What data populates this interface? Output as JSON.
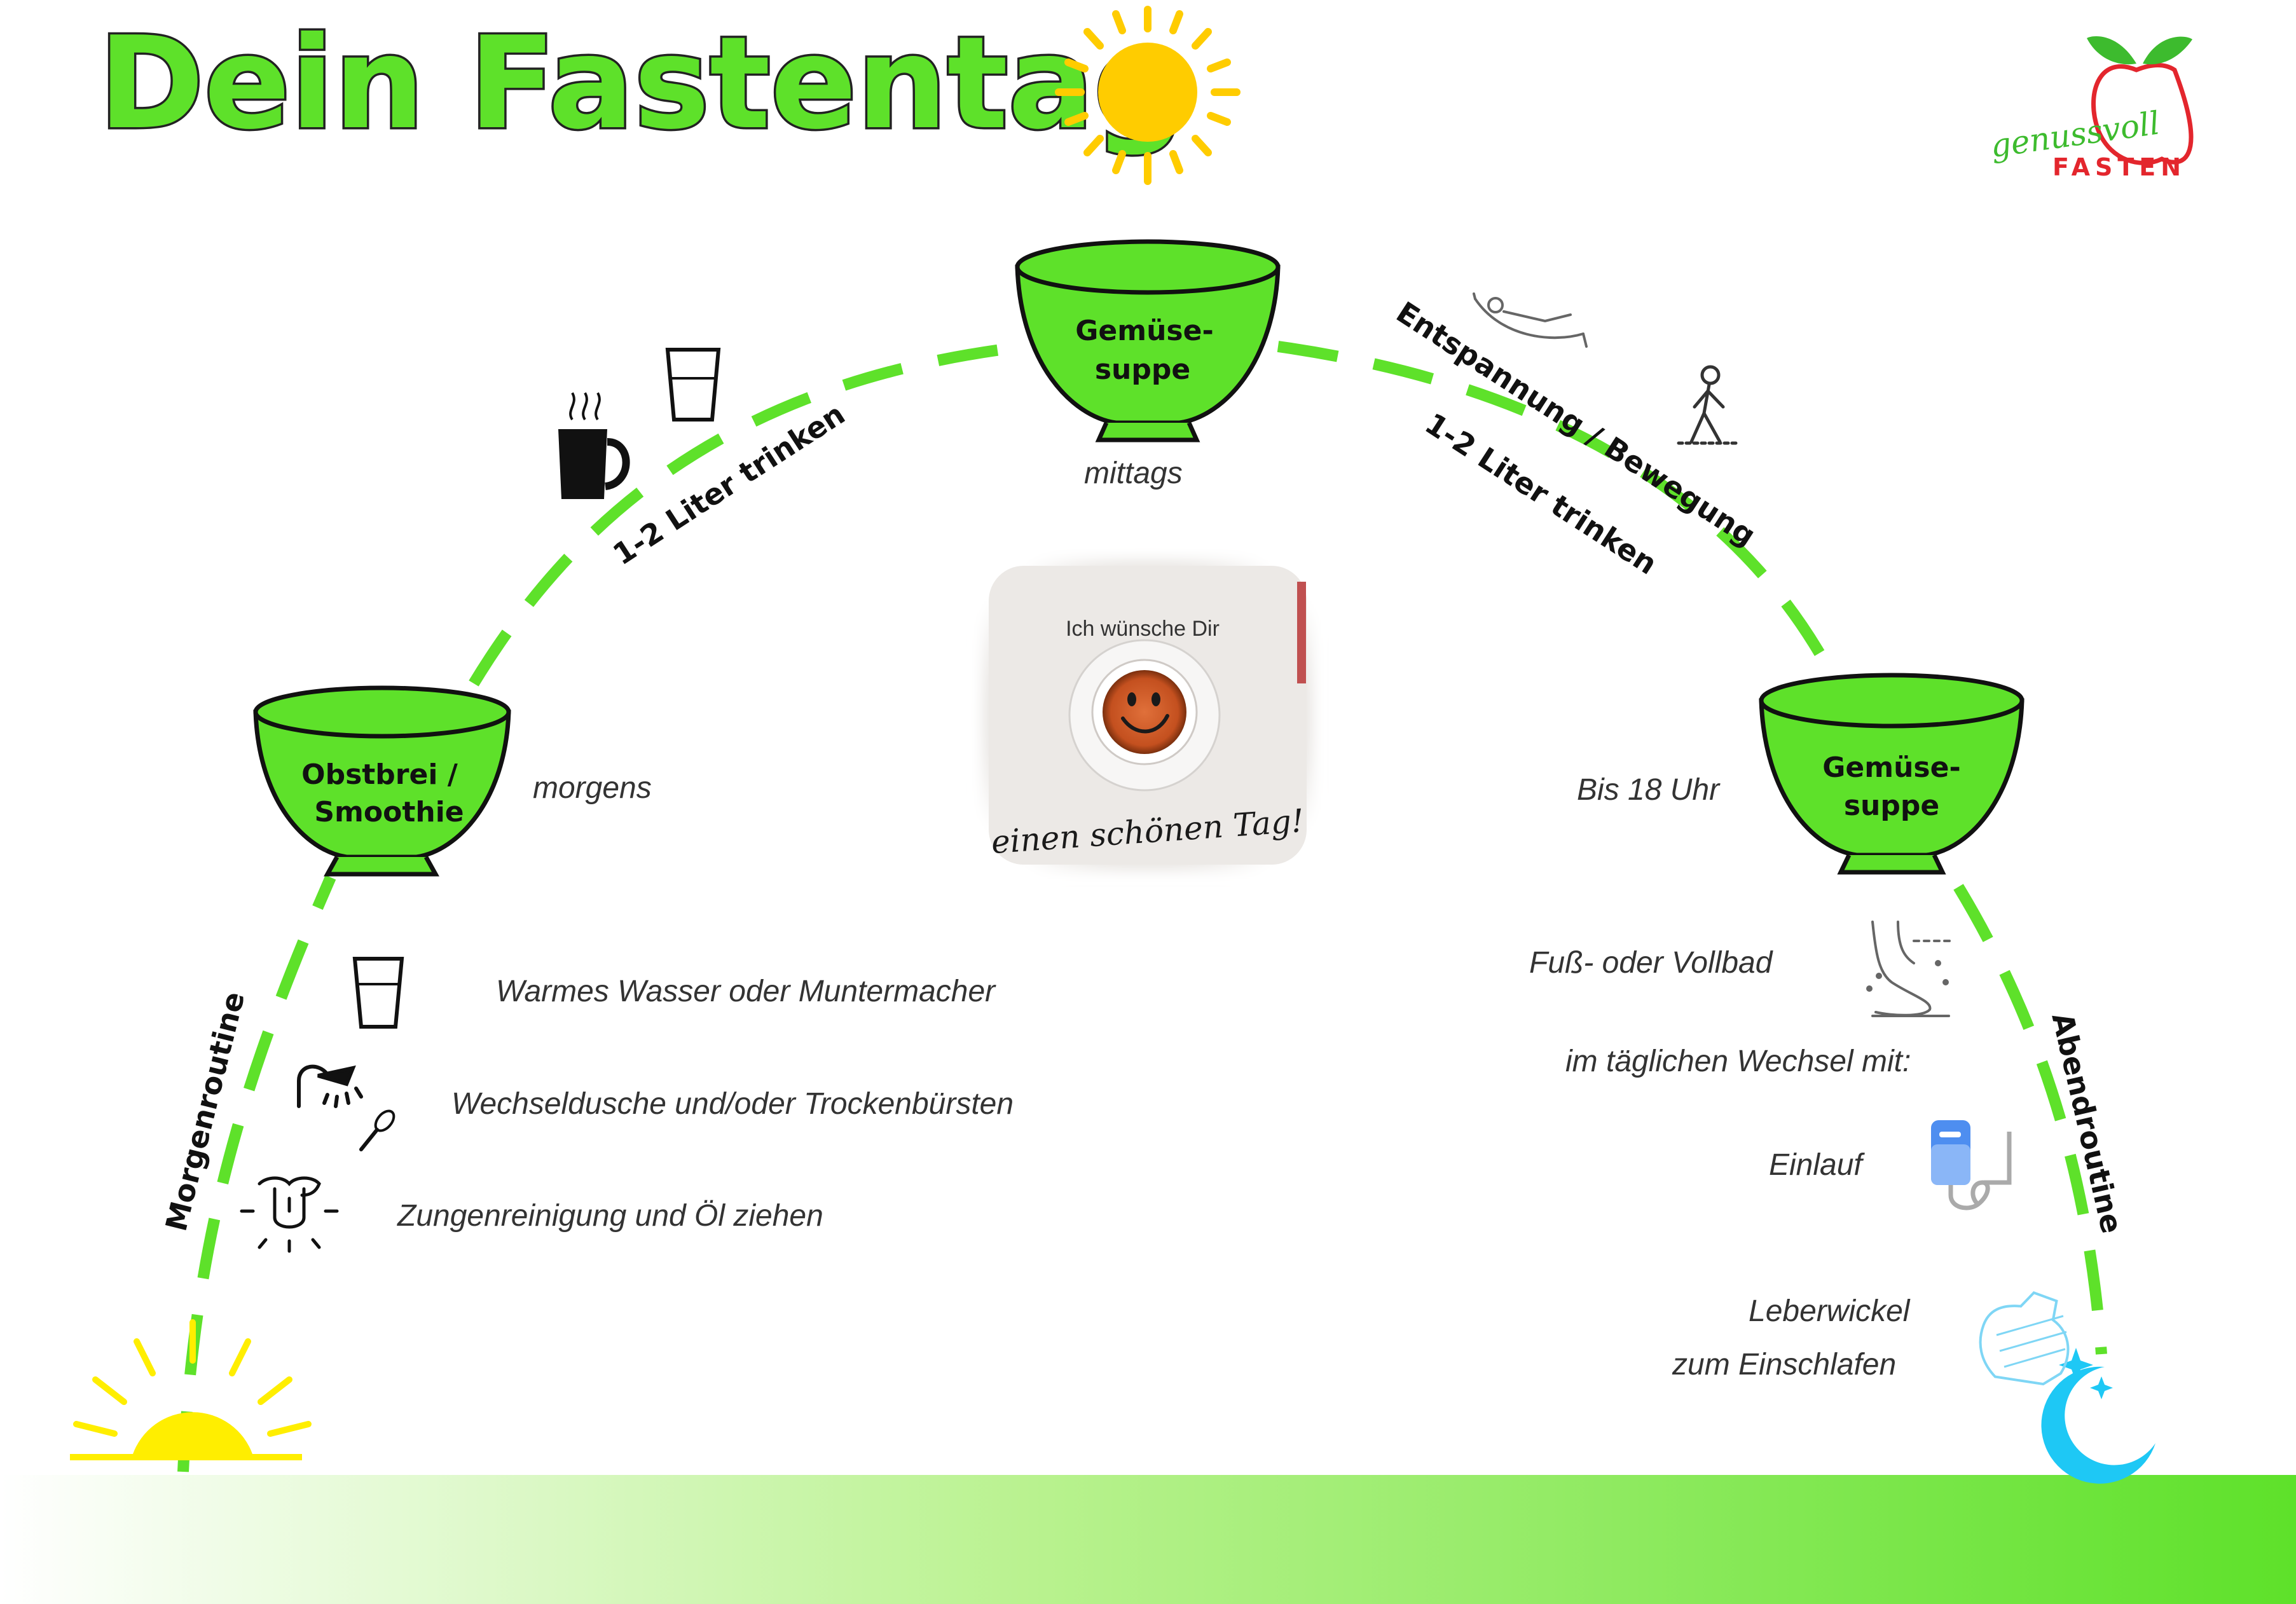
{
  "title": "Dein Fastentag",
  "logo": {
    "script": "genussvoll",
    "word": "FASTEN"
  },
  "colors": {
    "accent": "#5ee12a",
    "dash": "#5ee12a",
    "sun": "#ffcc00",
    "sunrise": "#ffee00",
    "moon": "#1ec8f5",
    "logo_red": "#e3262d"
  },
  "bowls": {
    "morning": [
      "Obstbrei /",
      "Smoothie"
    ],
    "noon": [
      "Gemüse-",
      "suppe"
    ],
    "evening": [
      "Gemüse-",
      "suppe"
    ]
  },
  "times": {
    "morning": "morgens",
    "noon": "mittags",
    "evening": "Bis 18 Uhr"
  },
  "arc_labels": {
    "drink_left": "1-2 Liter trinken",
    "relax": "Entspannung / Bewegung",
    "drink_right": "1-2 Liter trinken",
    "morning_routine": "Morgenroutine",
    "evening_routine": "Abendroutine"
  },
  "morning_items": [
    {
      "text": "Warmes Wasser oder Muntermacher",
      "icon": "glass-icon"
    },
    {
      "text": "Wechseldusche und/oder Trockenbürsten",
      "icon": "shower-icon"
    },
    {
      "text": "Zungenreinigung und Öl ziehen",
      "icon": "tongue-icon"
    }
  ],
  "evening_items": {
    "bath": "Fuß- oder Vollbad",
    "alternate": "im täglichen Wechsel mit:",
    "enema": "Einlauf",
    "liver_line1": "Leberwickel",
    "liver_line2": "zum Einschlafen"
  },
  "photo": {
    "top_text": "Ich wünsche Dir",
    "bottom_text": "einen schönen Tag!"
  }
}
